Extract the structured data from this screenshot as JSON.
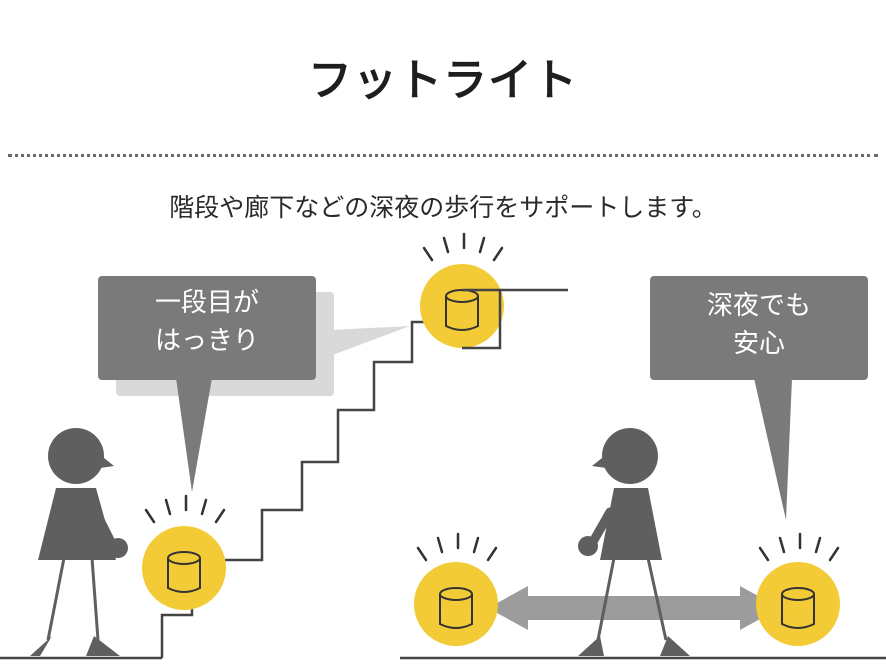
{
  "title": "フットライト",
  "subtitle": "階段や廊下などの深夜の歩行をサポートします。",
  "bubble_left": {
    "line1": "一段目が",
    "line2": "はっきり"
  },
  "bubble_right": {
    "line1": "深夜でも",
    "line2": "安心"
  },
  "colors": {
    "light_yellow": "#F2CB37",
    "figure_gray": "#5f5f5f",
    "bubble_gray": "#7a7a7a",
    "arrow_gray": "#9c9c9c"
  }
}
